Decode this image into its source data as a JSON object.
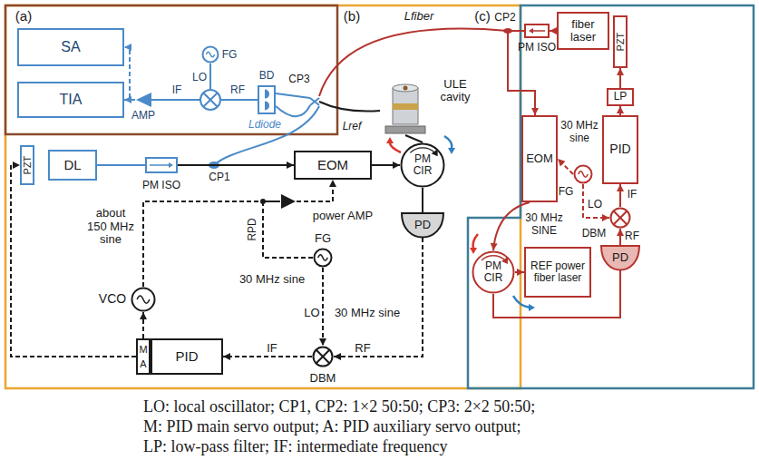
{
  "diagram": {
    "nodes": [
      {
        "text": [
          "SA"
        ]
      },
      {
        "text": [
          "TIA"
        ]
      },
      {
        "text": [
          "AMP"
        ]
      },
      {
        "text": [
          "FG"
        ]
      },
      {
        "text": [
          "BD"
        ]
      },
      {
        "text": [
          "PZT"
        ]
      },
      {
        "text": [
          "DL"
        ]
      },
      {
        "text": [
          "PM ISO"
        ]
      },
      {
        "text": [
          "EOM"
        ]
      },
      {
        "text": [
          "ULE cavity"
        ]
      },
      {
        "text": [
          "PM CIR"
        ]
      },
      {
        "text": [
          "PD"
        ]
      },
      {
        "text": [
          "power AMP"
        ]
      },
      {
        "text": [
          "VCO"
        ]
      },
      {
        "text": [
          "FG"
        ]
      },
      {
        "text": [
          "DBM"
        ]
      },
      {
        "text": [
          "M",
          "A"
        ]
      },
      {
        "text": [
          "PID"
        ]
      },
      {
        "text": [
          "fiber laser"
        ]
      },
      {
        "text": [
          "PZT"
        ]
      },
      {
        "text": [
          "PM ISO"
        ]
      },
      {
        "text": [
          "LP"
        ]
      },
      {
        "text": [
          "PID"
        ]
      },
      {
        "text": [
          "EOM"
        ]
      },
      {
        "text": [
          "FG"
        ]
      },
      {
        "text": [
          "DBM"
        ]
      },
      {
        "text": [
          "PD"
        ]
      },
      {
        "text": [
          "PM CIR"
        ]
      },
      {
        "text": [
          "REF power fiber laser"
        ]
      }
    ],
    "edges": [
      {
        "from": 2,
        "to": 1,
        "arrow": "to"
      },
      {
        "from": 2,
        "to": 0,
        "arrow": "to"
      },
      {
        "from": 6,
        "to": 7,
        "arrow": "none"
      },
      {
        "from": 7,
        "to": 8,
        "arrow": "to"
      },
      {
        "from": 8,
        "to": 10,
        "arrow": "to"
      },
      {
        "from": 10,
        "to": 9,
        "arrow": "none"
      },
      {
        "from": 10,
        "to": 11,
        "arrow": "none"
      },
      {
        "from": 13,
        "to": 12,
        "label": "about 150 MHz sine",
        "arrow": "none"
      },
      {
        "from": 14,
        "to": 12,
        "label": "30 MHz sine",
        "arrow": "none"
      },
      {
        "from": 12,
        "to": 8,
        "arrow": "to"
      },
      {
        "from": 14,
        "to": 15,
        "label": "LO",
        "arrow": "to"
      },
      {
        "from": 11,
        "to": 15,
        "label": "RF",
        "arrow": "to"
      },
      {
        "from": 15,
        "to": 17,
        "label": "IF",
        "arrow": "to"
      },
      {
        "from": 16,
        "to": 13,
        "arrow": "to"
      },
      {
        "from": 16,
        "to": 5,
        "arrow": "to"
      },
      {
        "from": 18,
        "to": 20,
        "arrow": "to"
      },
      {
        "from": 20,
        "to": 23,
        "arrow": "to"
      },
      {
        "from": 24,
        "to": 23,
        "arrow": "to"
      },
      {
        "from": 24,
        "to": 25,
        "label": "LO",
        "arrow": "to"
      },
      {
        "from": 25,
        "to": 22,
        "label": "IF",
        "arrow": "to"
      },
      {
        "from": 26,
        "to": 25,
        "label": "RF",
        "arrow": "to"
      },
      {
        "from": 22,
        "to": 21,
        "arrow": "to"
      },
      {
        "from": 21,
        "to": 19,
        "arrow": "to"
      },
      {
        "from": 23,
        "to": 27,
        "arrow": "to"
      },
      {
        "from": 27,
        "to": 28,
        "arrow": "to"
      },
      {
        "from": 27,
        "to": 26,
        "arrow": "none"
      }
    ],
    "labels": [
      "(a)",
      "(b)",
      "(c)",
      "LO",
      "IF",
      "RF",
      "CP3",
      "Ldiode",
      "Lfiber",
      "Lref",
      "CP1",
      "CP2",
      "RPD",
      "30 MHz sine",
      "30 MHz sine",
      "30 MHz SINE",
      "LO: local oscillator; CP1, CP2: 1×2 50:50; CP3: 2×2 50:50;",
      "M: PID main servo output; A: PID auxiliary servo output;",
      "LP: low-pass filter; IF: intermediate frequency"
    ]
  }
}
